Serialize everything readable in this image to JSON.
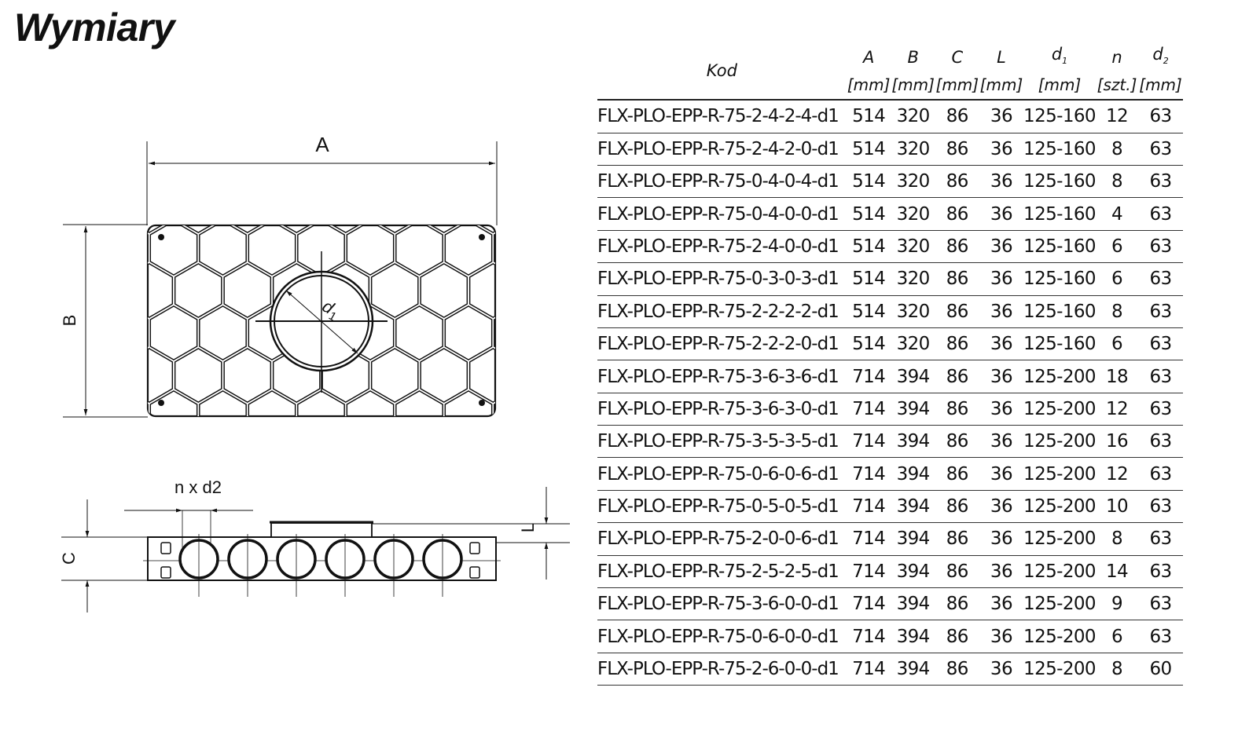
{
  "title": "Wymiary",
  "drawing": {
    "top_view": {
      "dim_a": "A",
      "dim_b": "B",
      "dim_d1": "d",
      "dim_d1_sub": "1"
    },
    "side_view": {
      "dim_c": "C",
      "dim_l": "L",
      "dim_nxd2": "n x d2"
    }
  },
  "table": {
    "headers": [
      {
        "label": "Kod",
        "unit": ""
      },
      {
        "label": "A",
        "unit": "[mm]"
      },
      {
        "label": "B",
        "unit": "[mm]"
      },
      {
        "label": "C",
        "unit": "[mm]"
      },
      {
        "label": "L",
        "unit": "[mm]"
      },
      {
        "label": "d",
        "sub": "1",
        "unit": "[mm]"
      },
      {
        "label": "n",
        "unit": "[szt.]"
      },
      {
        "label": "d",
        "sub": "2",
        "unit": "[mm]"
      }
    ],
    "rows": [
      [
        "FLX-PLO-EPP-R-75-2-4-2-4-d1",
        "514",
        "320",
        "86",
        "36",
        "125-160",
        "12",
        "63"
      ],
      [
        "FLX-PLO-EPP-R-75-2-4-2-0-d1",
        "514",
        "320",
        "86",
        "36",
        "125-160",
        "8",
        "63"
      ],
      [
        "FLX-PLO-EPP-R-75-0-4-0-4-d1",
        "514",
        "320",
        "86",
        "36",
        "125-160",
        "8",
        "63"
      ],
      [
        "FLX-PLO-EPP-R-75-0-4-0-0-d1",
        "514",
        "320",
        "86",
        "36",
        "125-160",
        "4",
        "63"
      ],
      [
        "FLX-PLO-EPP-R-75-2-4-0-0-d1",
        "514",
        "320",
        "86",
        "36",
        "125-160",
        "6",
        "63"
      ],
      [
        "FLX-PLO-EPP-R-75-0-3-0-3-d1",
        "514",
        "320",
        "86",
        "36",
        "125-160",
        "6",
        "63"
      ],
      [
        "FLX-PLO-EPP-R-75-2-2-2-2-d1",
        "514",
        "320",
        "86",
        "36",
        "125-160",
        "8",
        "63"
      ],
      [
        "FLX-PLO-EPP-R-75-2-2-2-0-d1",
        "514",
        "320",
        "86",
        "36",
        "125-160",
        "6",
        "63"
      ],
      [
        "FLX-PLO-EPP-R-75-3-6-3-6-d1",
        "714",
        "394",
        "86",
        "36",
        "125-200",
        "18",
        "63"
      ],
      [
        "FLX-PLO-EPP-R-75-3-6-3-0-d1",
        "714",
        "394",
        "86",
        "36",
        "125-200",
        "12",
        "63"
      ],
      [
        "FLX-PLO-EPP-R-75-3-5-3-5-d1",
        "714",
        "394",
        "86",
        "36",
        "125-200",
        "16",
        "63"
      ],
      [
        "FLX-PLO-EPP-R-75-0-6-0-6-d1",
        "714",
        "394",
        "86",
        "36",
        "125-200",
        "12",
        "63"
      ],
      [
        "FLX-PLO-EPP-R-75-0-5-0-5-d1",
        "714",
        "394",
        "86",
        "36",
        "125-200",
        "10",
        "63"
      ],
      [
        "FLX-PLO-EPP-R-75-2-0-0-6-d1",
        "714",
        "394",
        "86",
        "36",
        "125-200",
        "8",
        "63"
      ],
      [
        "FLX-PLO-EPP-R-75-2-5-2-5-d1",
        "714",
        "394",
        "86",
        "36",
        "125-200",
        "14",
        "63"
      ],
      [
        "FLX-PLO-EPP-R-75-3-6-0-0-d1",
        "714",
        "394",
        "86",
        "36",
        "125-200",
        "9",
        "63"
      ],
      [
        "FLX-PLO-EPP-R-75-0-6-0-0-d1",
        "714",
        "394",
        "86",
        "36",
        "125-200",
        "6",
        "63"
      ],
      [
        "FLX-PLO-EPP-R-75-2-6-0-0-d1",
        "714",
        "394",
        "86",
        "36",
        "125-200",
        "8",
        "60"
      ]
    ]
  }
}
